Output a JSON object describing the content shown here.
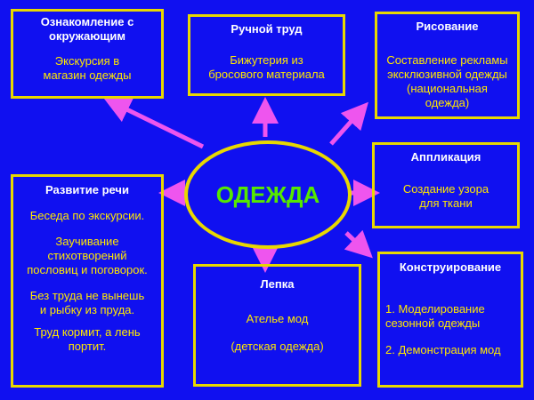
{
  "center": {
    "title": "ОДЕЖДА"
  },
  "boxes": {
    "familiarization": {
      "title": "Ознакомление с окружающим",
      "lines": [
        "Экскурсия в",
        "магазин одежды"
      ]
    },
    "handwork": {
      "title": "Ручной труд",
      "lines": [
        "Бижутерия из",
        "бросового материала"
      ]
    },
    "drawing": {
      "title": "Рисование",
      "lines": [
        "Составление рекламы",
        "эксклюзивной одежды",
        "(национальная",
        "одежда)"
      ]
    },
    "application": {
      "title": "Аппликация",
      "lines": [
        "Создание узора",
        "для ткани"
      ]
    },
    "speech": {
      "title": "Развитие речи",
      "lines": [
        "Беседа по экскурсии.",
        "Заучивание",
        "стихотворений",
        "пословиц и поговорок.",
        "Без труда не вынешь",
        "и рыбку из пруда.",
        "Труд кормит, а лень",
        "портит."
      ]
    },
    "modeling": {
      "title": "Лепка",
      "lines": [
        "Ателье мод",
        "(детская одежда)"
      ]
    },
    "construction": {
      "title": "Конструирование",
      "lines": [
        "1. Моделирование",
        "сезонной одежды",
        "2. Демонстрация мод"
      ]
    }
  },
  "colors": {
    "background": "#1010f0",
    "border": "#e8d800",
    "arrow": "#ee55ee",
    "title": "#ffffff",
    "text": "#ffe800",
    "center_title": "#55e800"
  }
}
